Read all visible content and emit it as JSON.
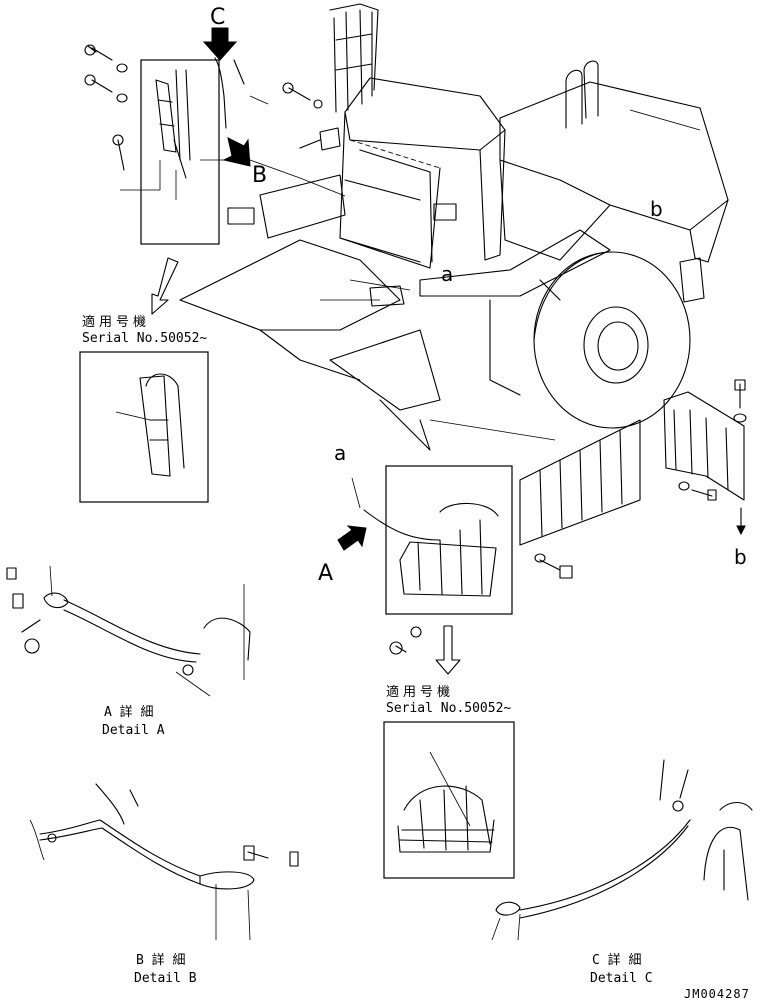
{
  "callouts": {
    "view_c": "C",
    "view_b": "B",
    "view_a": "A",
    "ref_a_upper": "a",
    "ref_a_lower": "a",
    "ref_b_upper": "b",
    "ref_b_lower": "b"
  },
  "serial_note_top": {
    "jp": "適用号機",
    "en": "Serial No.50052~"
  },
  "serial_note_mid": {
    "jp": "適用号機",
    "en": "Serial No.50052~"
  },
  "details": {
    "a_jp": "A 詳 細",
    "a_en": "Detail A",
    "b_jp": "B 詳 細",
    "b_en": "Detail B",
    "c_jp": "C 詳 細",
    "c_en": "Detail C"
  },
  "drawing_number": "JM004287"
}
